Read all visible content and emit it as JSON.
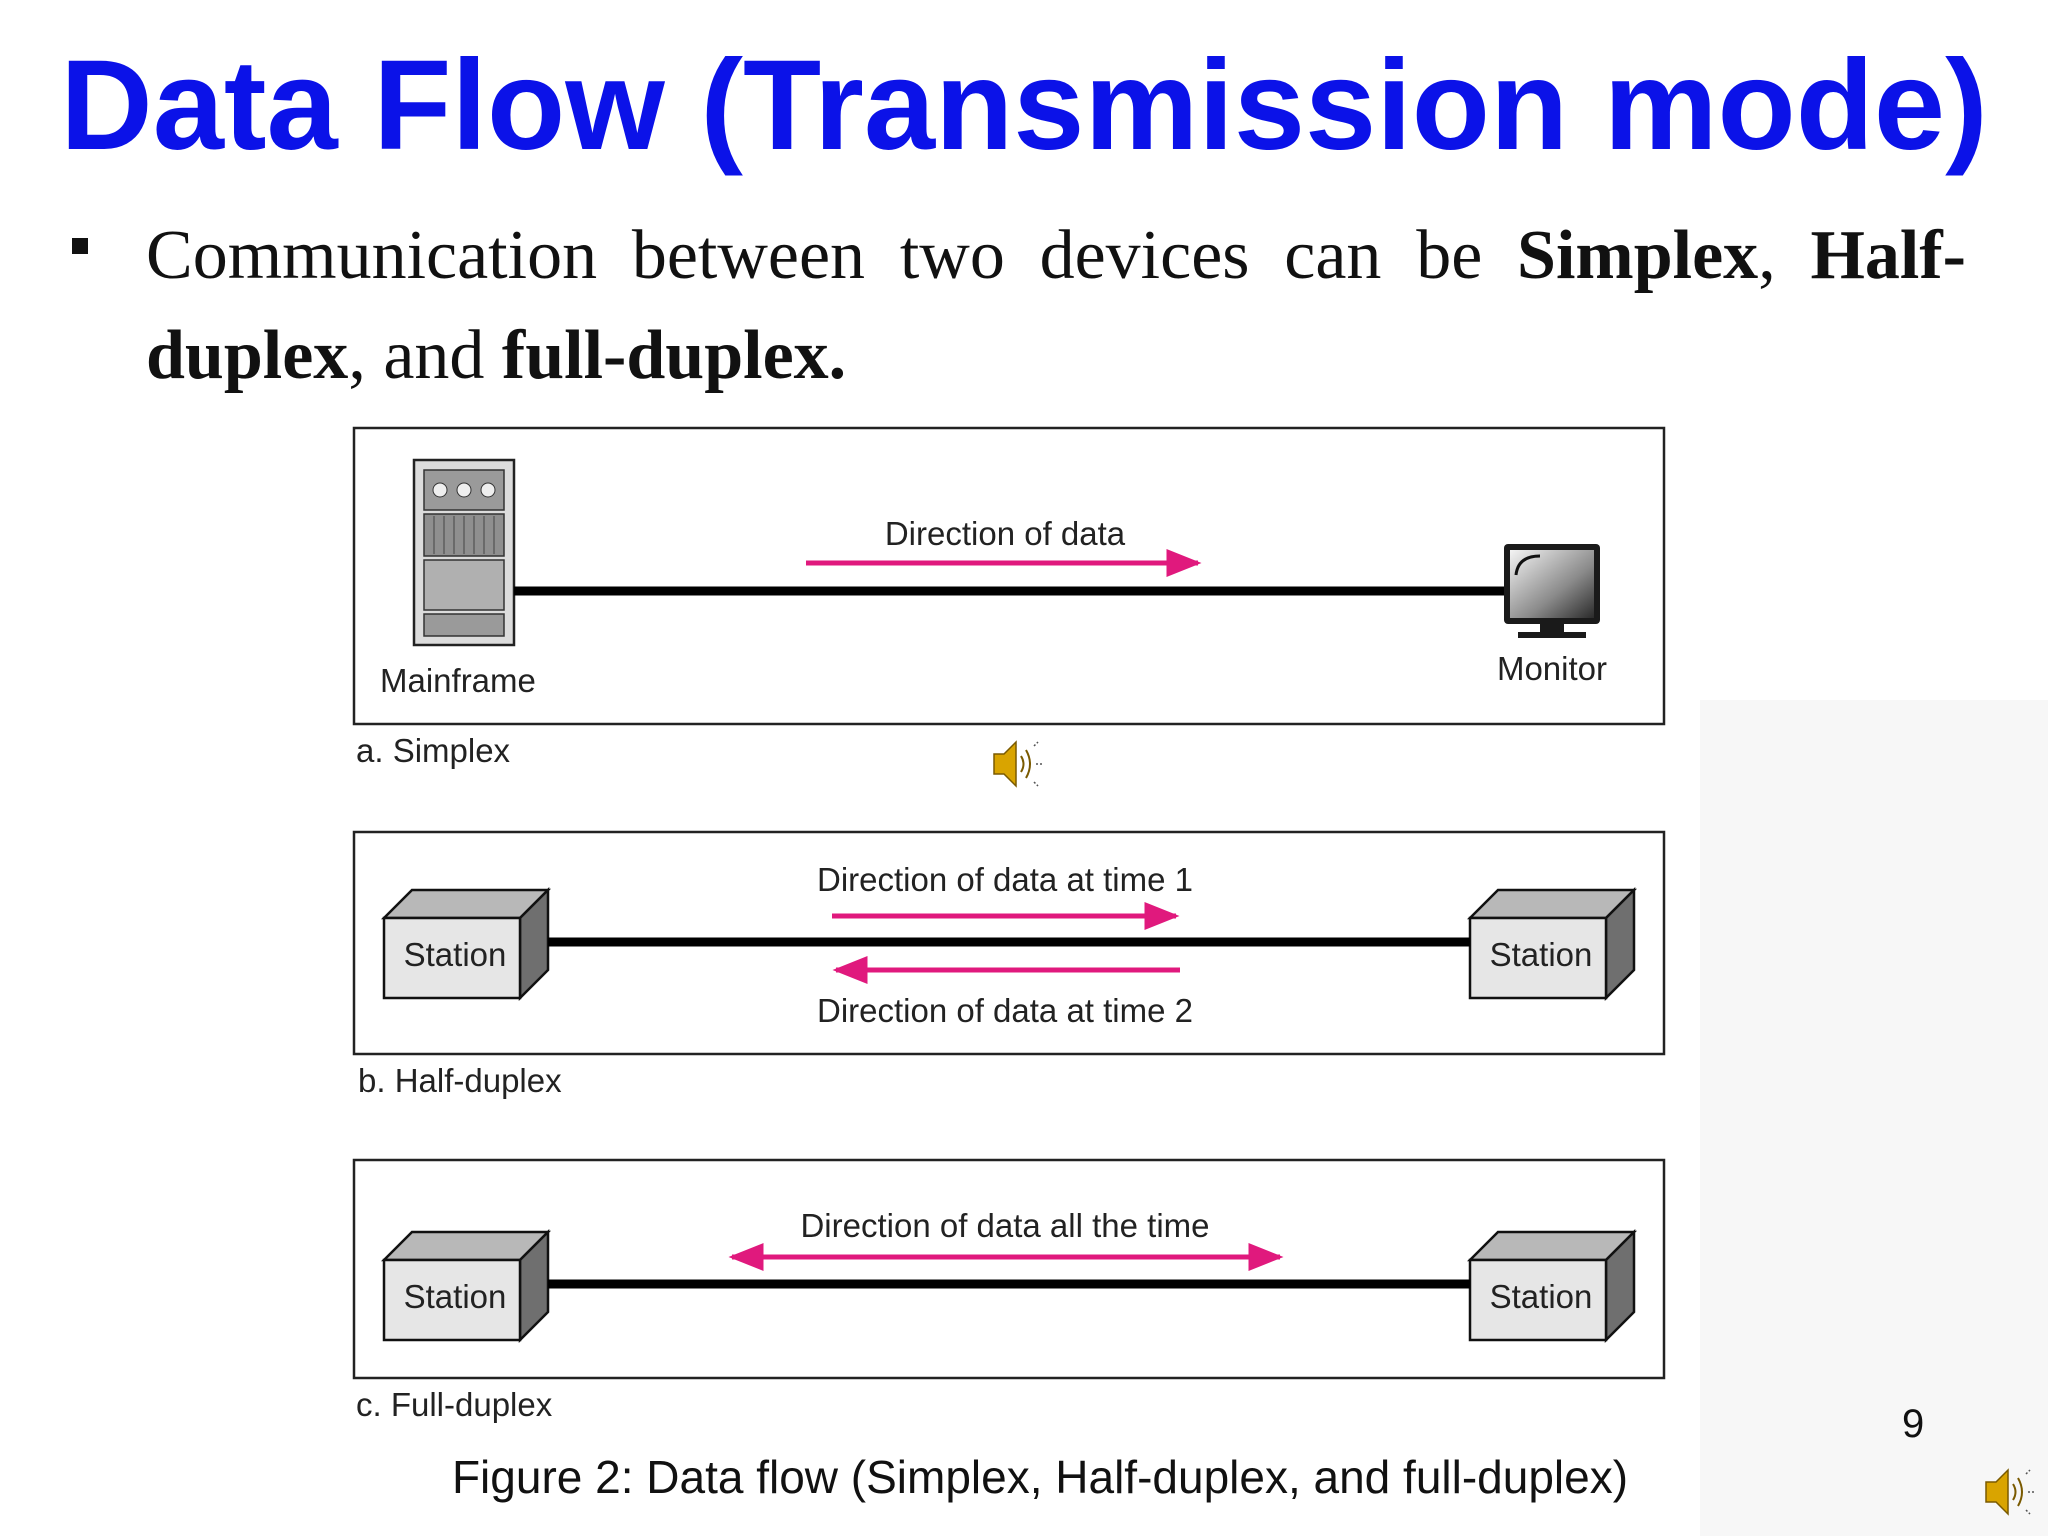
{
  "slide": {
    "title": "Data Flow (Transmission mode)",
    "bullet": {
      "t1": "Communication between two devices can be ",
      "b1": "Simplex",
      "t2": ", ",
      "b2": "Half-duplex",
      "t3": ", and ",
      "b3": "full-duplex."
    },
    "caption": "Figure 2: Data flow (Simplex, Half-duplex, and full-duplex)",
    "page_number": "9"
  },
  "diagram": {
    "simplex": {
      "device_left": "Mainframe",
      "device_right": "Monitor",
      "arrow_label": "Direction of data",
      "panel_label": "a. Simplex"
    },
    "half_duplex": {
      "station_left": "Station",
      "station_right": "Station",
      "arrow_label_top": "Direction of data at time 1",
      "arrow_label_bottom": "Direction of data at time 2",
      "panel_label": "b. Half-duplex"
    },
    "full_duplex": {
      "station_left": "Station",
      "station_right": "Station",
      "arrow_label": "Direction of data all the time",
      "panel_label": "c. Full-duplex"
    }
  },
  "colors": {
    "title": "#0b12e8",
    "arrow": "#e0197d",
    "line": "#000000"
  },
  "icons": [
    "speaker-icon"
  ]
}
